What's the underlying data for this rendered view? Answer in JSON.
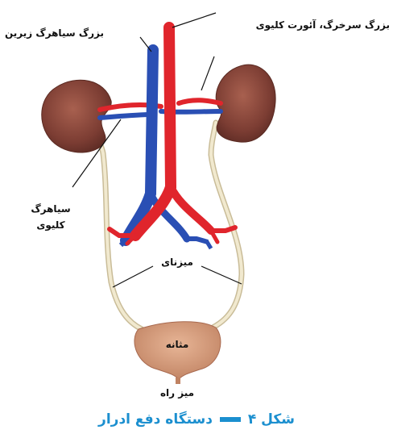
{
  "labels": {
    "artery_aorta": "بزرگ سرخرگ، آئورت کلیوی",
    "inferior_vena_cava": "بزرگ سیاهرگ زیرین",
    "renal_vein_line1": "سیاهرگ",
    "renal_vein_line2": "کلیوی",
    "ureter": "میزنای",
    "bladder": "مثانه",
    "urethra": "میز راه"
  },
  "caption": {
    "prefix": "شکل",
    "number": "۴",
    "text": "دستگاه دفع ادرار"
  },
  "colors": {
    "artery": "#e0252c",
    "vein": "#2a4fb4",
    "kidney": "#8d4a3f",
    "bladder": "#d29a7a",
    "ureter": "#efe6c8",
    "caption": "#1b8fcf"
  }
}
